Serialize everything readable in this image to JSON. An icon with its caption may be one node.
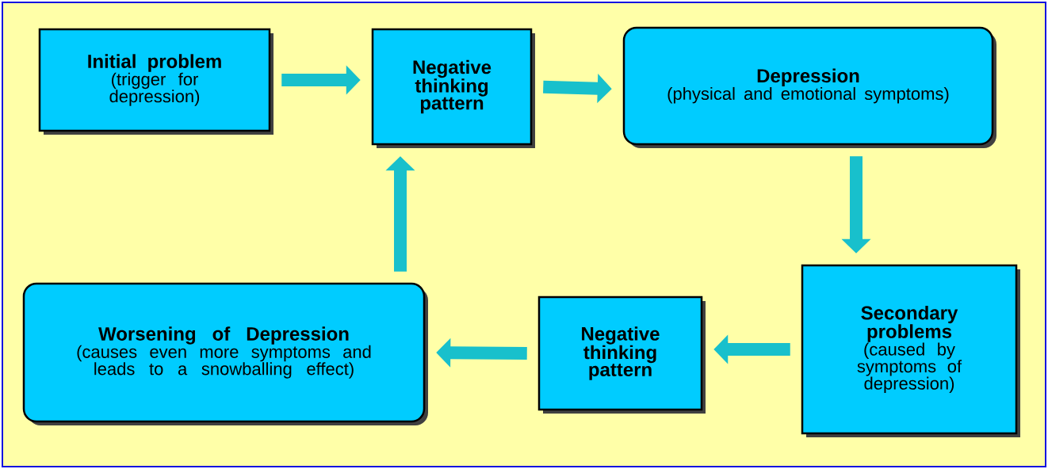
{
  "diagram": {
    "nodes": [
      {
        "text": [
          "Initial problem",
          "(trigger for depression)"
        ]
      },
      {
        "text": [
          "Negative thinking pattern"
        ]
      },
      {
        "text": [
          "Depression",
          "(physical and emotional symptoms)"
        ]
      },
      {
        "text": [
          "Secondary problems",
          "(caused by symptoms of depression)"
        ]
      },
      {
        "text": [
          "Negative thinking pattern"
        ]
      },
      {
        "text": [
          "Worsening of Depression",
          "(causes even more symptoms and leads to a snowballing effect)"
        ]
      }
    ],
    "edges": [
      {
        "from": 0,
        "to": 1,
        "arrow": "to"
      },
      {
        "from": 1,
        "to": 2,
        "arrow": "to"
      },
      {
        "from": 2,
        "to": 3,
        "arrow": "to"
      },
      {
        "from": 3,
        "to": 4,
        "arrow": "to"
      },
      {
        "from": 4,
        "to": 5,
        "arrow": "to"
      },
      {
        "from": 5,
        "to": 1,
        "arrow": "to"
      }
    ]
  }
}
